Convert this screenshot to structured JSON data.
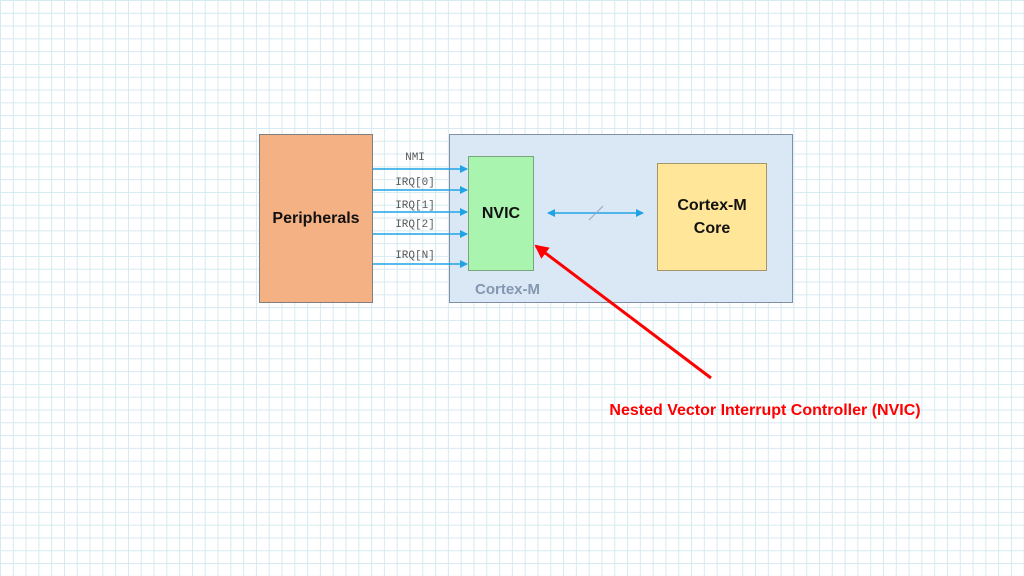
{
  "blocks": {
    "peripherals": "Peripherals",
    "nvic": "NVIC",
    "core": "Cortex-M Core",
    "region": "Cortex-M"
  },
  "signals": [
    "NMI",
    "IRQ[0]",
    "IRQ[1]",
    "IRQ[2]",
    "IRQ[N]"
  ],
  "annotation": "Nested Vector Interrupt Controller (NVIC)",
  "colors": {
    "signal_arrow": "#1fa3e6",
    "annotation": "#ff0000",
    "peripherals_fill": "#f4b183",
    "nvic_fill": "#a9f5b0",
    "core_fill": "#ffe699",
    "region_fill": "#dae7f5"
  }
}
